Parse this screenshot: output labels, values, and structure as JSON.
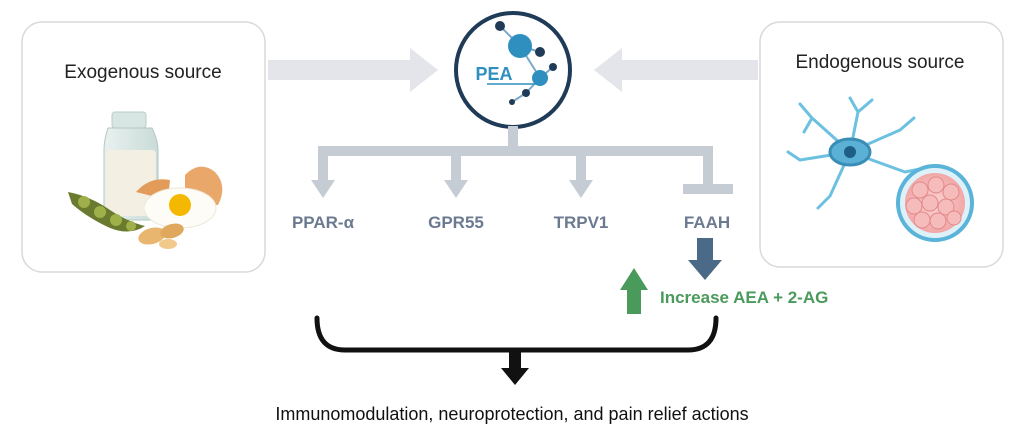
{
  "exogenous": {
    "title": "Exogenous source"
  },
  "endogenous": {
    "title": "Endogenous source"
  },
  "center": {
    "label": "PEA"
  },
  "targets": [
    "PPAR-α",
    "GPR55",
    "TRPV1",
    "FAAH"
  ],
  "faah_effect": {
    "label": "Increase AEA + 2-AG"
  },
  "outcome": {
    "label": "Immunomodulation, neuroprotection, and pain relief actions"
  },
  "colors": {
    "box_border": "#d9d9d9",
    "arrow_light": "#e3e5ea",
    "connector": "#c5ccd4",
    "pea_ring": "#1f3b57",
    "pea_accent": "#2f8fbf",
    "target_text": "#6b7a90",
    "down_arrow": "#4b6a88",
    "green": "#4a9a5c",
    "bracket": "#111111"
  },
  "icons": {
    "exogenous": [
      "milk-bottle-icon",
      "egg-icon",
      "soybean-pod-icon",
      "peanut-icon"
    ],
    "endogenous": [
      "neuron-icon",
      "cell-cluster-icon"
    ],
    "center": "molecule-icon"
  }
}
